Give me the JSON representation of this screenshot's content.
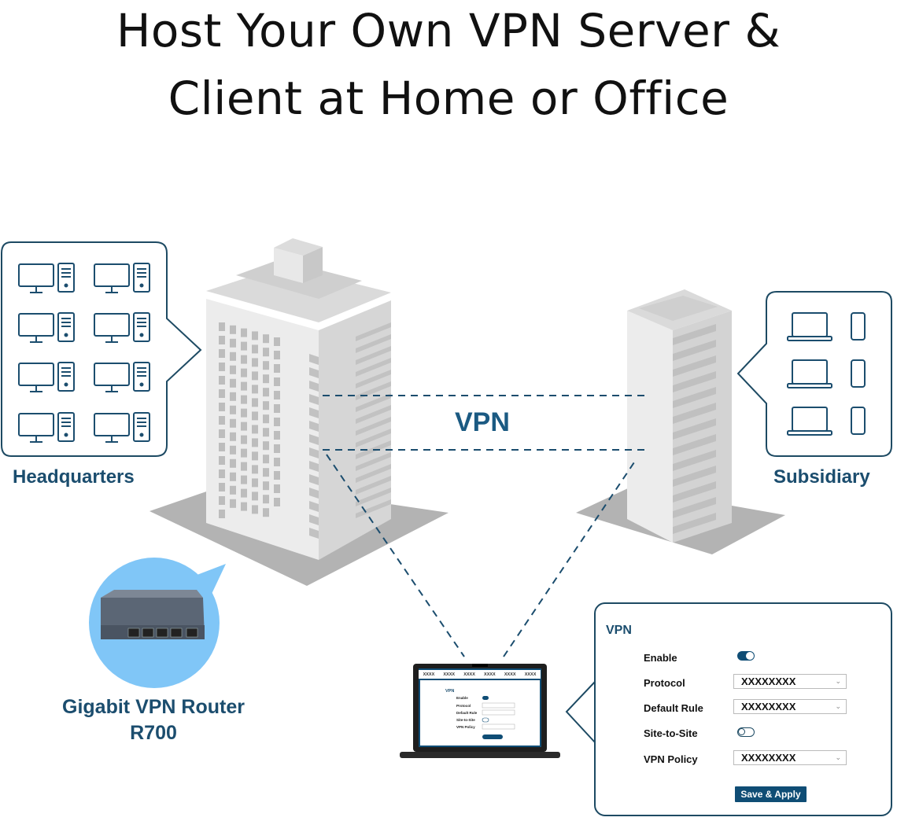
{
  "title_line1": "Host Your Own VPN Server &",
  "title_line2": "Client at Home or Office",
  "labels": {
    "vpn": "VPN",
    "headquarters": "Headquarters",
    "subsidiary": "Subsidiary",
    "router_line1": "Gigabit VPN Router",
    "router_line2": "R700"
  },
  "colors": {
    "accent": "#1b4d6e",
    "bubble": "#80c6f7",
    "button": "#0f4d75"
  },
  "laptop_screen": {
    "nav": [
      "XXXX",
      "XXXX",
      "XXXX",
      "XXXX",
      "XXXX",
      "XXXX"
    ]
  },
  "panel": {
    "title": "VPN",
    "rows": [
      {
        "label": "Enable",
        "type": "toggle",
        "on": true
      },
      {
        "label": "Protocol",
        "type": "select",
        "value": "XXXXXXXX"
      },
      {
        "label": "Default Rule",
        "type": "select",
        "value": "XXXXXXXX"
      },
      {
        "label": "Site-to-Site",
        "type": "toggle",
        "on": false
      },
      {
        "label": "VPN Policy",
        "type": "select",
        "value": "XXXXXXXX"
      }
    ],
    "save_label": "Save & Apply"
  }
}
